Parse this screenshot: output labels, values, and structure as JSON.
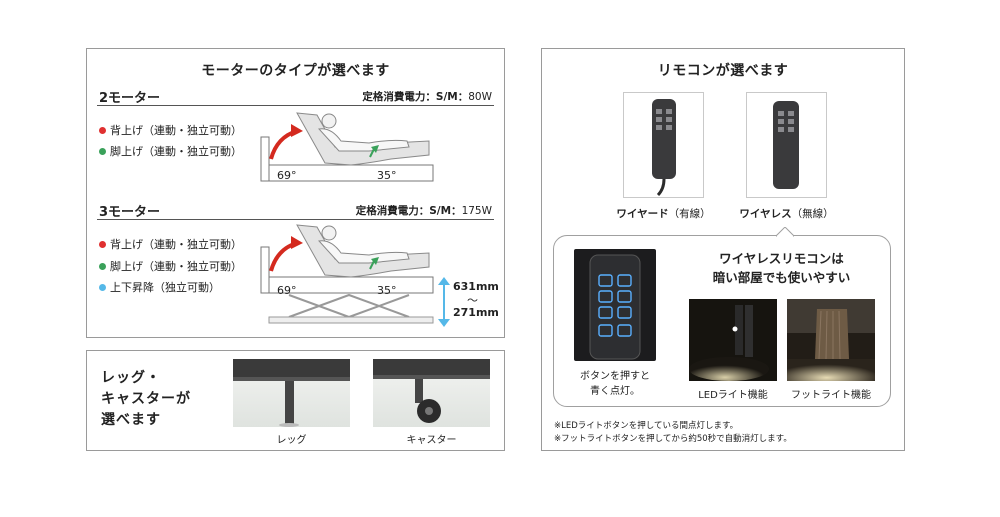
{
  "motor_panel": {
    "title": "モーターのタイプが選べます",
    "two_motor": {
      "title": "2モーター",
      "power_label": "定格消費電力：S/M：",
      "power_value": "80W",
      "features": [
        {
          "label": "背上げ（連動・独立可動）",
          "color": "#e03030"
        },
        {
          "label": "脚上げ（連動・独立可動）",
          "color": "#3aa15a"
        }
      ],
      "back_angle": "69°",
      "leg_angle": "35°"
    },
    "three_motor": {
      "title": "3モーター",
      "power_label": "定格消費電力：S/M：",
      "power_value": "175W",
      "features": [
        {
          "label": "背上げ（連動・独立可動）",
          "color": "#e03030"
        },
        {
          "label": "脚上げ（連動・独立可動）",
          "color": "#3aa15a"
        },
        {
          "label": "上下昇降（独立可動）",
          "color": "#55b8e8"
        }
      ],
      "back_angle": "69°",
      "leg_angle": "35°",
      "height_max": "631mm",
      "height_sep": "～",
      "height_min": "271mm"
    }
  },
  "leg_panel": {
    "title_line1": "レッグ・",
    "title_line2": "キャスターが",
    "title_line3": "選べます",
    "leg_caption": "レッグ",
    "caster_caption": "キャスター"
  },
  "remote_panel": {
    "title": "リモコンが選べます",
    "wired_label": "ワイヤード",
    "wired_sub": "（有線）",
    "wireless_label": "ワイヤレス",
    "wireless_sub": "（無線）",
    "bubble_title_line1": "ワイヤレスリモコンは",
    "bubble_title_line2": "暗い部屋でも使いやすい",
    "button_caption_line1": "ボタンを押すと",
    "button_caption_line2": "青く点灯。",
    "led_caption": "LEDライト機能",
    "foot_caption": "フットライト機能",
    "note1": "※LEDライトボタンを押している間点灯します。",
    "note2": "※フットライトボタンを押してから約50秒で自動消灯します。"
  },
  "colors": {
    "red": "#e03030",
    "green": "#3aa15a",
    "blue": "#55b8e8",
    "remote_body": "#3a3a3c"
  }
}
